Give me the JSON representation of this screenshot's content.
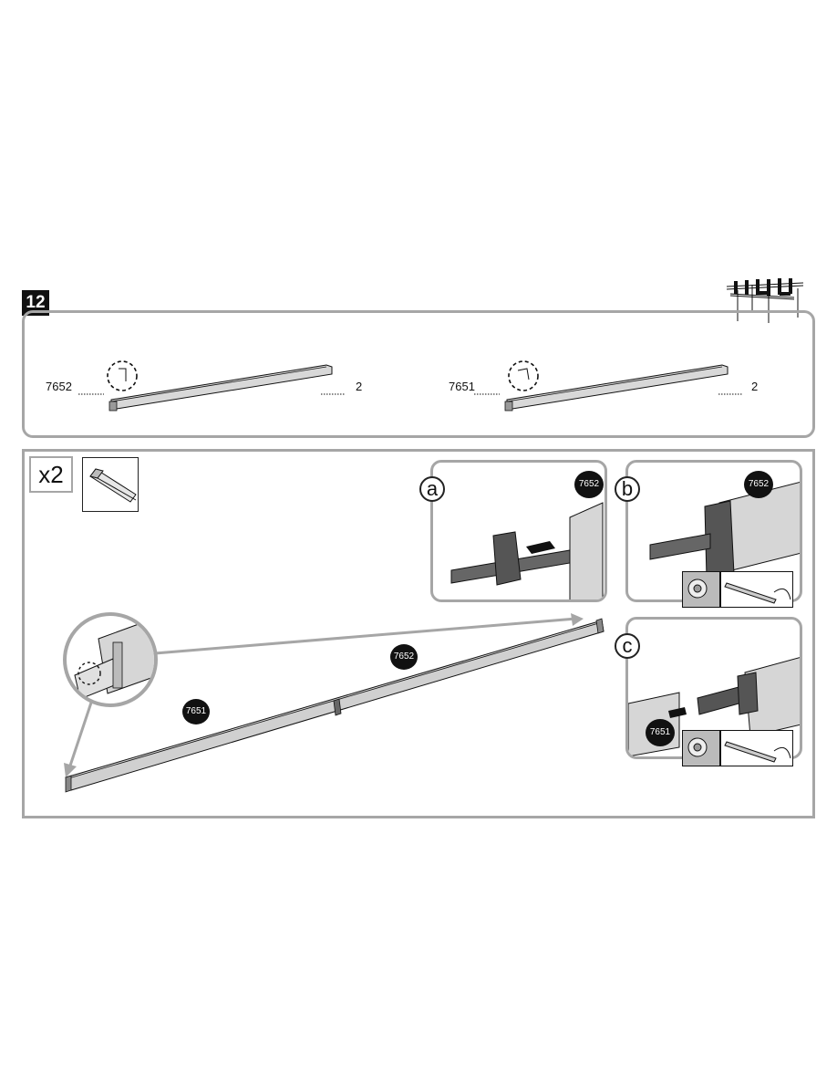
{
  "step": {
    "number": "12"
  },
  "parts": {
    "left": {
      "part_number": "7652",
      "quantity": "2"
    },
    "right": {
      "part_number": "7651",
      "quantity": "2"
    }
  },
  "assembly": {
    "multiplier": "x2",
    "main_labels": {
      "left_beam": "7651",
      "right_beam": "7652"
    },
    "sub_a": {
      "letter": "a",
      "tag": "7652"
    },
    "sub_b": {
      "letter": "b",
      "tag": "7652"
    },
    "sub_c": {
      "letter": "c",
      "tag": "7651"
    }
  }
}
